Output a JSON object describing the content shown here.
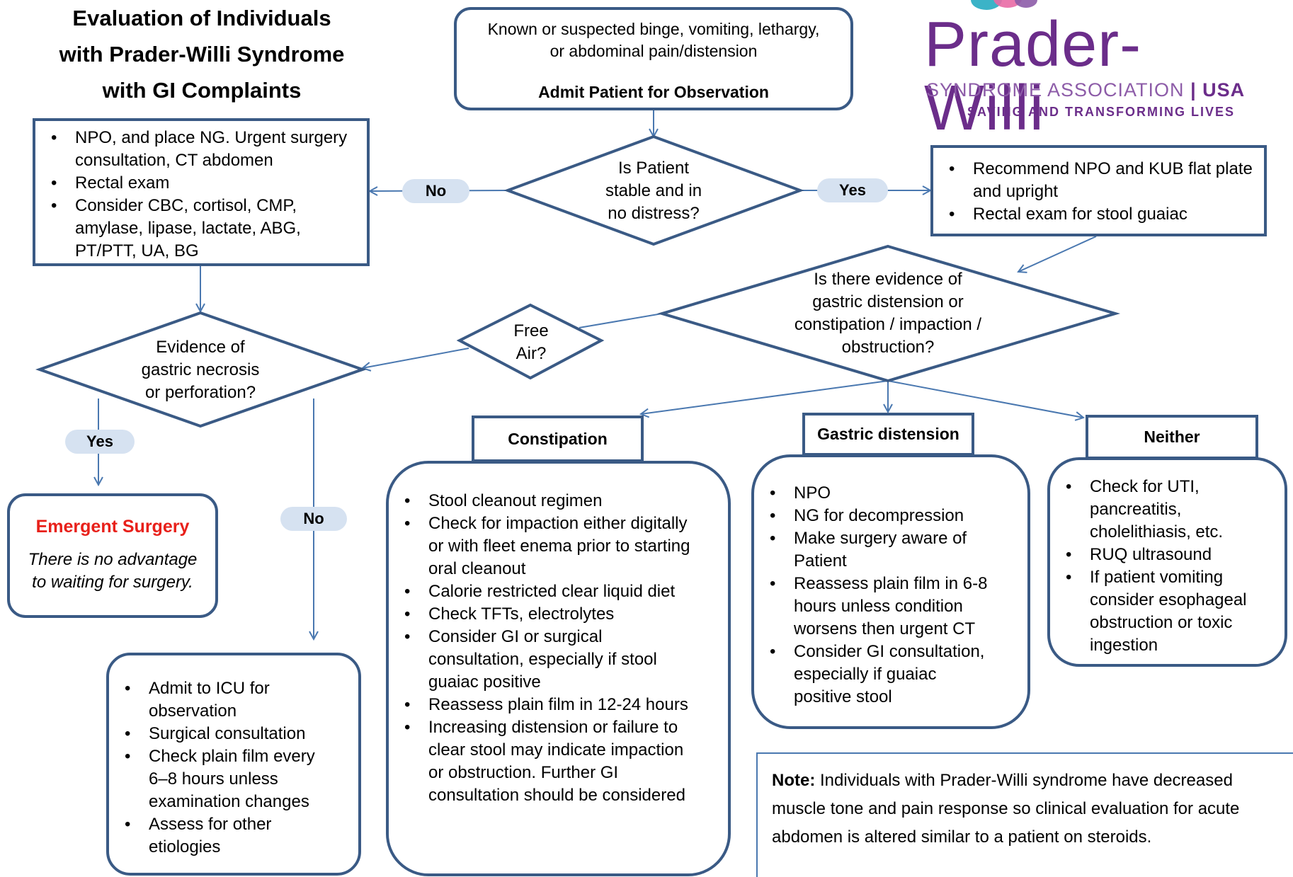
{
  "title": {
    "lines": [
      "Evaluation of Individuals",
      "with Prader-Willi Syndrome",
      "with GI Complaints"
    ]
  },
  "logo": {
    "name": "Prader-Willi",
    "subtitle_left": "SYNDROME ASSOCIATION",
    "subtitle_sep": "|",
    "subtitle_right": "USA",
    "tagline": "SAVING AND TRANSFORMING LIVES",
    "colors": [
      "#6b2d8a",
      "#8d5ca8",
      "#3bb3c7",
      "#e96aa5"
    ]
  },
  "start": {
    "line1": "Known or suspected binge, vomiting, lethargy,",
    "line2": "or abdominal pain/distension",
    "action": "Admit Patient for Observation"
  },
  "stable_decision": {
    "lines": [
      "Is Patient",
      "stable and in",
      "no distress?"
    ]
  },
  "labels": {
    "no": "No",
    "yes": "Yes"
  },
  "unstable_box": {
    "items": [
      "NPO, and place NG. Urgent surgery consultation, CT abdomen",
      "Rectal exam",
      "Consider CBC, cortisol, CMP, amylase, lipase, lactate, ABG, PT/PTT, UA, BG"
    ]
  },
  "stable_box": {
    "items": [
      "Recommend NPO and KUB flat plate and upright",
      "Rectal exam for stool guaiac"
    ]
  },
  "evidence_decision": {
    "lines": [
      "Is there evidence of",
      "gastric distension or",
      "constipation / impaction /",
      "obstruction?"
    ]
  },
  "free_air_decision": {
    "lines": [
      "Free",
      "Air?"
    ]
  },
  "necrosis_decision": {
    "lines": [
      "Evidence of",
      "gastric necrosis",
      "or perforation?"
    ]
  },
  "emergent": {
    "title": "Emergent Surgery",
    "note": "There is no advantage to waiting for surgery.",
    "title_color": "#e8201a"
  },
  "icu_box": {
    "items": [
      "Admit to ICU for observation",
      "Surgical consultation",
      "Check plain film every 6–8 hours unless examination changes",
      "Assess for other etiologies"
    ]
  },
  "constipation": {
    "header": "Constipation",
    "items": [
      "Stool cleanout regimen",
      "Check for impaction either digitally or with fleet enema prior to starting oral cleanout",
      "Calorie restricted clear liquid diet",
      "Check TFTs, electrolytes",
      "Consider GI or surgical consultation, especially if stool guaiac positive",
      "Reassess plain film in 12-24 hours",
      "Increasing distension or failure to clear  stool may indicate impaction or obstruction. Further GI consultation should be considered"
    ]
  },
  "gastric_distension": {
    "header": "Gastric distension",
    "items": [
      "NPO",
      "NG for decompression",
      "Make surgery aware of Patient",
      "Reassess plain film in 6-8 hours unless condition worsens then urgent CT",
      "Consider GI consultation, especially if guaiac positive stool"
    ]
  },
  "neither": {
    "header": "Neither",
    "items": [
      "Check for UTI, pancreatitis, cholelithiasis, etc.",
      "RUQ ultrasound",
      "If patient vomiting consider esophageal obstruction or toxic ingestion"
    ]
  },
  "note": {
    "label": "Note:",
    "text": "Individuals with Prader-Willi syndrome have decreased muscle tone and pain response so clinical evaluation for acute abdomen is altered similar to a patient on steroids."
  },
  "colors": {
    "border": "#3a5a85",
    "arrow": "#4a78b0",
    "pill": "#d6e2f1"
  }
}
